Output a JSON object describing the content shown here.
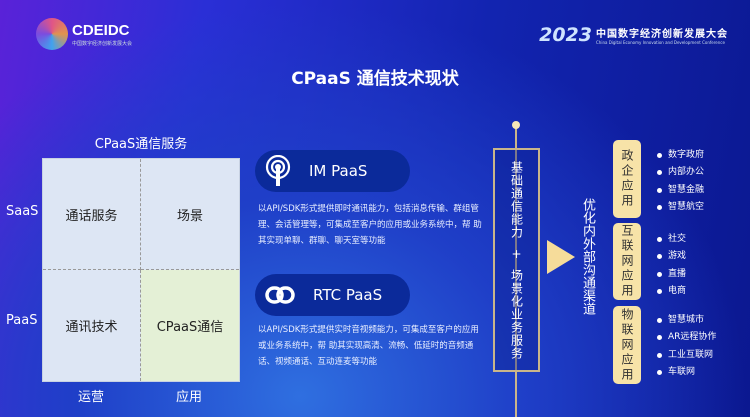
{
  "header": {
    "logo_text": "CDEIDC",
    "logo_sub": "中国数字经济创新发展大会",
    "conf_year": "2023",
    "conf_name": "中国数字经济创新发展大会",
    "conf_en": "China Digital Economy Innovation and Development Conference"
  },
  "title": "CPaaS 通信技术现状",
  "matrix": {
    "label": "CPaaS通信服务",
    "cells": [
      "通话服务",
      "场景",
      "通讯技术",
      "CPaaS通信"
    ],
    "rows": [
      "SaaS",
      "PaaS"
    ],
    "cols": [
      "运营",
      "应用"
    ]
  },
  "products": [
    {
      "name": "IM PaaS",
      "icon": "broadcast-icon",
      "desc": "以API/SDK形式提供即时通讯能力，包括消息传输、群组管理、会话管理等，可集成至客户的应用或业务系统中，帮 助其实现单聊、群聊、聊天室等功能"
    },
    {
      "name": "RTC PaaS",
      "icon": "link-icon",
      "desc": "以API/SDK形式提供实时音视频能力，可集成至客户的应用或业务系统中，帮 助其实现高清、流畅、低延时的音频通 话、视频通话、互动连麦等功能"
    }
  ],
  "foundation": {
    "top": "基础通信能力",
    "plus": "+",
    "bottom": "场景化业务服务"
  },
  "optimize": "优化内外部沟通渠道",
  "categories": [
    {
      "name": "政企应用",
      "items": [
        "数字政府",
        "内部办公",
        "智慧金融",
        "智慧航空"
      ]
    },
    {
      "name": "互联网应用",
      "items": [
        "社交",
        "游戏",
        "直播",
        "电商"
      ]
    },
    {
      "name": "物联网应用",
      "items": [
        "智慧城市",
        "AR远程协作",
        "工业互联网",
        "车联网"
      ]
    }
  ]
}
